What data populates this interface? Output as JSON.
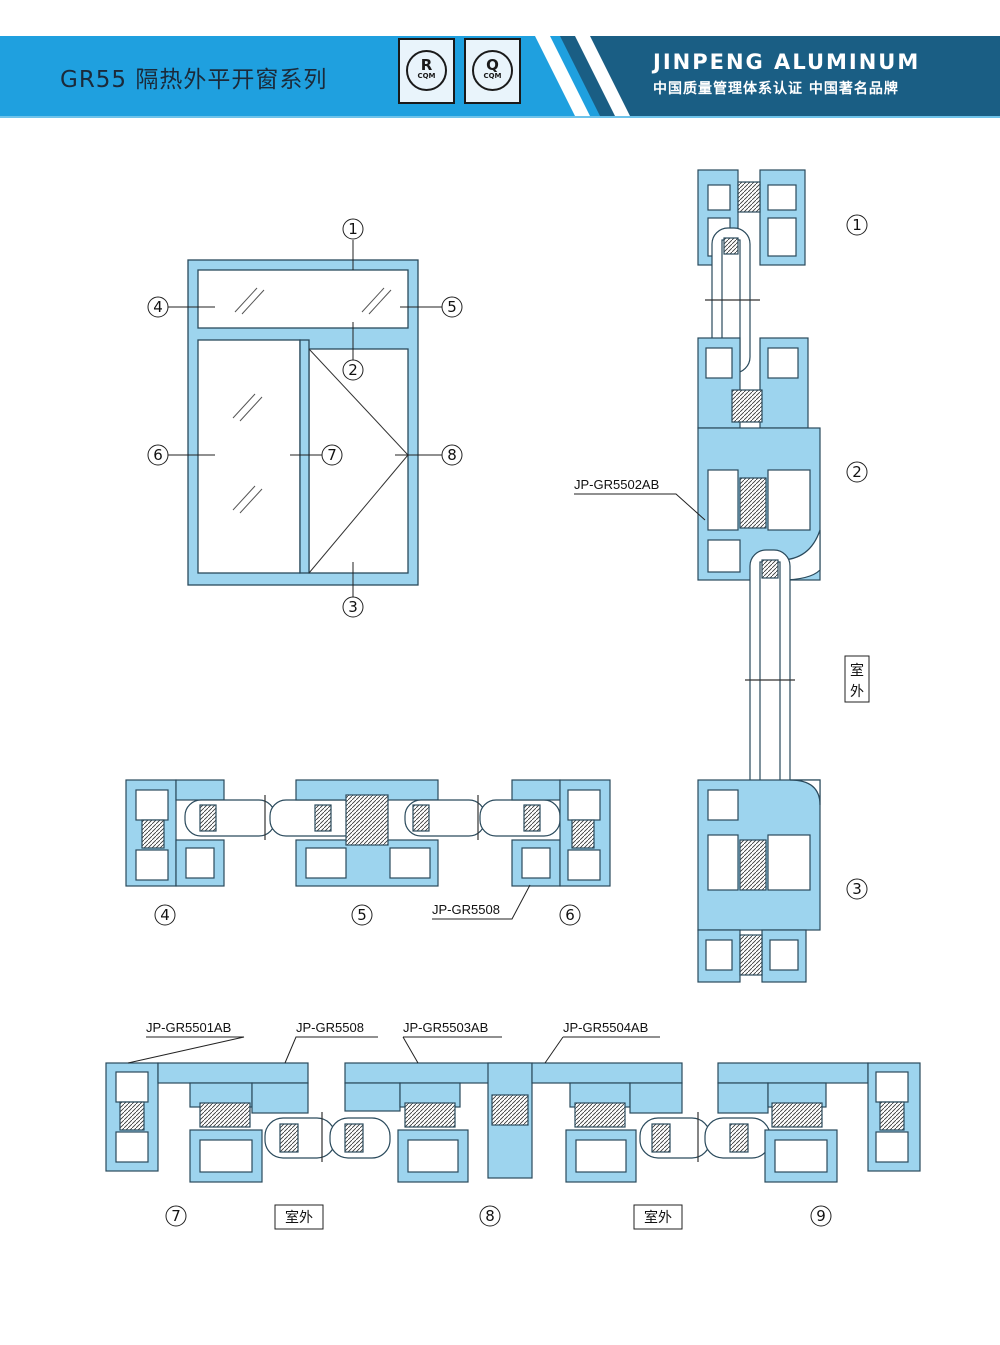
{
  "header": {
    "title": "GR55 隔热外平开窗系列",
    "brand": "JINPENG ALUMINUM",
    "brand_sub": "中国质量管理体系认证  中国著名品牌",
    "logos": [
      {
        "letter": "R",
        "text": "CQM"
      },
      {
        "letter": "Q",
        "text": "CQM"
      }
    ],
    "colors": {
      "band": "#1fa0df",
      "dark": "#1a5e84",
      "profile": "#9dd4ee"
    }
  },
  "elevation": {
    "callouts": [
      "1",
      "2",
      "3",
      "4",
      "5",
      "6",
      "7",
      "8"
    ]
  },
  "vertical_section": {
    "callouts": [
      "1",
      "2",
      "3"
    ],
    "part_label": "JP-GR5502AB",
    "outside_label": [
      "室",
      "外"
    ]
  },
  "section_456": {
    "callouts": [
      "4",
      "5",
      "6"
    ],
    "part_label": "JP-GR5508"
  },
  "section_789": {
    "callouts": [
      "7",
      "8",
      "9"
    ],
    "part_labels": [
      "JP-GR5501AB",
      "JP-GR5508",
      "JP-GR5503AB",
      "JP-GR5504AB"
    ],
    "outside_labels": [
      "室外",
      "室外"
    ]
  }
}
